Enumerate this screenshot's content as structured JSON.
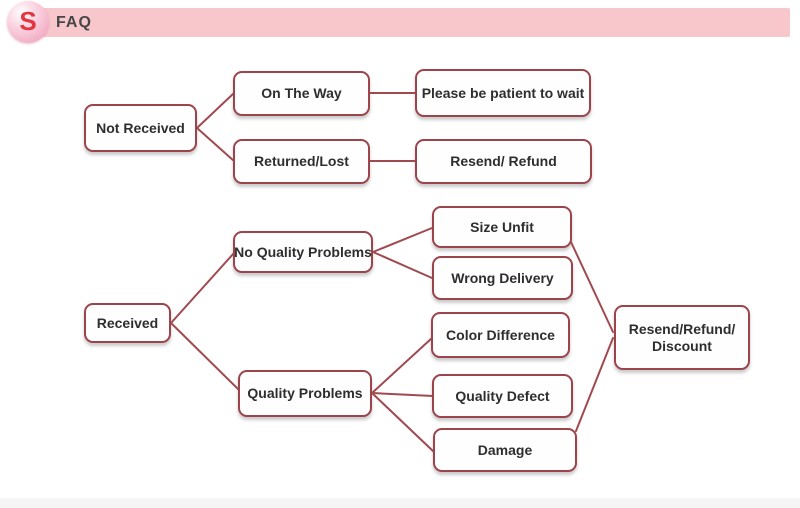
{
  "header": {
    "logo_letter": "S",
    "title": "FAQ"
  },
  "colors": {
    "header_bar": "#f8c7cb",
    "logo_circle": "#f3b1c7",
    "logo_letter": "#e5353e",
    "title_text": "#464646",
    "box_border": "#9c444b",
    "connector_line": "#a04a50",
    "box_text": "#2e2e2e",
    "background": "#ffffff"
  },
  "diagram": {
    "nodes": [
      {
        "id": "not-received",
        "label": "Not Received"
      },
      {
        "id": "on-the-way",
        "label": "On The Way"
      },
      {
        "id": "please-wait",
        "label": "Please be patient to wait"
      },
      {
        "id": "returned-lost",
        "label": "Returned/Lost"
      },
      {
        "id": "resend-refund",
        "label": "Resend/ Refund"
      },
      {
        "id": "received",
        "label": "Received"
      },
      {
        "id": "no-quality-problems",
        "label": "No Quality Problems"
      },
      {
        "id": "quality-problems",
        "label": "Quality Problems"
      },
      {
        "id": "size-unfit",
        "label": "Size Unfit"
      },
      {
        "id": "wrong-delivery",
        "label": "Wrong Delivery"
      },
      {
        "id": "color-difference",
        "label": "Color Difference"
      },
      {
        "id": "quality-defect",
        "label": "Quality Defect"
      },
      {
        "id": "damage",
        "label": "Damage"
      },
      {
        "id": "resend-refund-discount",
        "label": "Resend/Refund/ Discount"
      }
    ],
    "edges": [
      {
        "from": "not-received",
        "to": "on-the-way"
      },
      {
        "from": "not-received",
        "to": "returned-lost"
      },
      {
        "from": "on-the-way",
        "to": "please-wait"
      },
      {
        "from": "returned-lost",
        "to": "resend-refund"
      },
      {
        "from": "received",
        "to": "no-quality-problems"
      },
      {
        "from": "received",
        "to": "quality-problems"
      },
      {
        "from": "no-quality-problems",
        "to": "size-unfit"
      },
      {
        "from": "no-quality-problems",
        "to": "wrong-delivery"
      },
      {
        "from": "quality-problems",
        "to": "color-difference"
      },
      {
        "from": "quality-problems",
        "to": "quality-defect"
      },
      {
        "from": "quality-problems",
        "to": "damage"
      },
      {
        "from": "size-unfit",
        "to": "resend-refund-discount"
      },
      {
        "from": "damage",
        "to": "resend-refund-discount"
      }
    ]
  }
}
